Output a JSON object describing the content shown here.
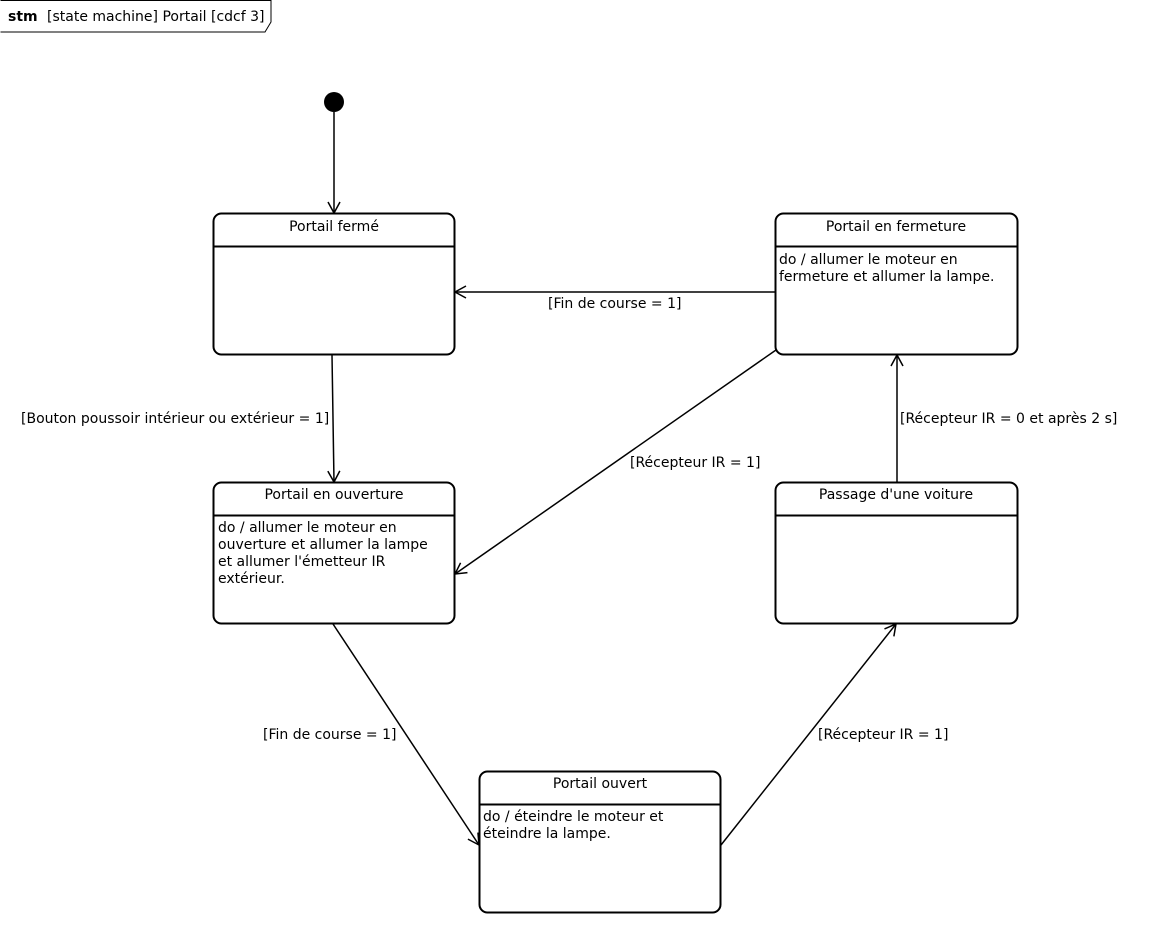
{
  "frame": {
    "keyword": "stm",
    "title": "[state machine] Portail [cdcf 3]"
  },
  "states": {
    "ferme": {
      "name": "Portail fermé",
      "body": []
    },
    "fermeture": {
      "name": "Portail en fermeture",
      "body": [
        "do / allumer le moteur en",
        "fermeture et allumer la lampe."
      ]
    },
    "ouverture": {
      "name": "Portail en ouverture",
      "body": [
        "do / allumer le moteur en",
        "ouverture et allumer la lampe",
        "et allumer l'émetteur IR",
        "extérieur."
      ]
    },
    "passage": {
      "name": "Passage d'une voiture",
      "body": []
    },
    "ouvert": {
      "name": "Portail ouvert",
      "body": [
        "do / éteindre le moteur et",
        "éteindre la lampe."
      ]
    }
  },
  "transitions": {
    "fermeture_to_ferme": "[Fin de course = 1]",
    "ferme_to_ouverture": "[Bouton poussoir intérieur ou extérieur = 1]",
    "fermeture_to_ouverture": "[Récepteur IR = 1]",
    "passage_to_fermeture": "[Récepteur IR = 0 et après 2 s]",
    "ouverture_to_ouvert": "[Fin de course = 1]",
    "ouvert_to_passage": "[Récepteur IR = 1]"
  }
}
